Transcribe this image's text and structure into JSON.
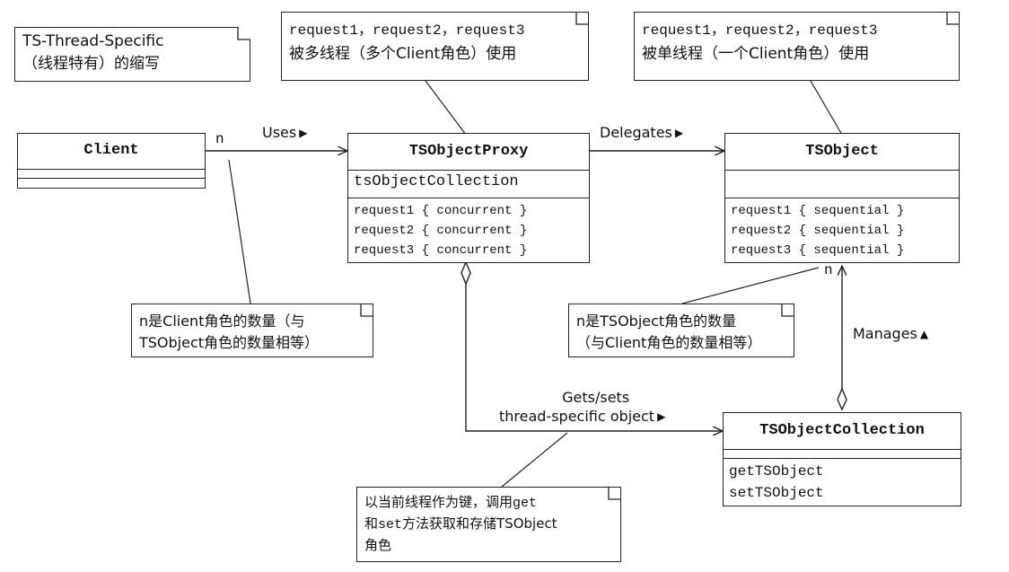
{
  "notes": {
    "abbrev": {
      "line1": "TS-Thread-Specific",
      "line2": "（线程特有）的缩写"
    },
    "multi_thread": {
      "line1": "request1，request2，request3",
      "line2": "被多线程（多个Client角色）使用"
    },
    "single_thread": {
      "line1": "request1，request2，request3",
      "line2": "被单线程（一个Client角色）使用"
    },
    "client_count": {
      "line1": "n是Client角色的数量（与",
      "line2": "TSObject角色的数量相等）"
    },
    "tsobject_count": {
      "line1": "n是TSObject角色的数量",
      "line2": "（与Client角色的数量相等）"
    },
    "key_note": {
      "line1_cn": "以当前线程作为键，调用",
      "line1_code": "get",
      "line2_pre": "和",
      "line2_code": "set",
      "line2_post": "方法获取和存储TSObject",
      "line3": "角色"
    }
  },
  "classes": {
    "client": {
      "name": "Client"
    },
    "proxy": {
      "name": "TSObjectProxy",
      "attribute": "tsObjectCollection",
      "operations": [
        "request1 { concurrent }",
        "request2 { concurrent }",
        "request3 { concurrent }"
      ]
    },
    "tsobject": {
      "name": "TSObject",
      "operations": [
        "request1 { sequential }",
        "request2 { sequential }",
        "request3 { sequential }"
      ]
    },
    "collection": {
      "name": "TSObjectCollection",
      "operations": [
        "getTSObject",
        "setTSObject"
      ]
    }
  },
  "relations": {
    "uses": "Uses",
    "delegates": "Delegates",
    "manages": "Manages",
    "gets_sets_line1": "Gets/sets",
    "gets_sets_line2": "thread-specific object",
    "multiplicity_client": "n",
    "multiplicity_tsobject": "n"
  }
}
